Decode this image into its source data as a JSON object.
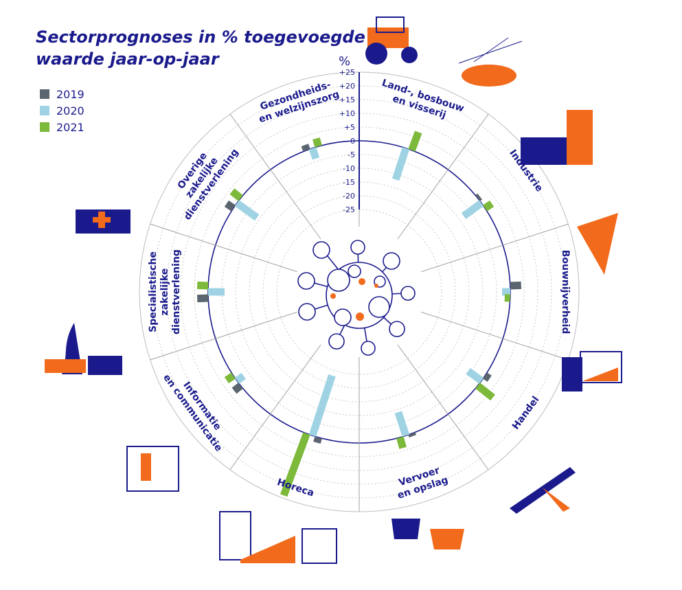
{
  "chart_data": {
    "type": "bar",
    "title": "Sectorprognoses in % toegevoegde waarde jaar-op-jaar",
    "unit": "%",
    "ylim": [
      -25,
      25
    ],
    "ticks": [
      "+25",
      "+20",
      "+15",
      "+10",
      "+5",
      "0",
      "-5",
      "-10",
      "-15",
      "-20",
      "-25"
    ],
    "legend": [
      {
        "label": "2019",
        "color": "#5a6570"
      },
      {
        "label": "2020",
        "color": "#9fd3e3"
      },
      {
        "label": "2021",
        "color": "#7db93a"
      }
    ],
    "categories": [
      "Land-, bosbouw en visserij",
      "Industrie",
      "Bouwnijverheid",
      "Handel",
      "Vervoer en opslag",
      "Horeca",
      "Informatie en communicatie",
      "Specialistische zakelijke dienstverlening",
      "Overige zakelijke dienstverlening",
      "Gezondheids- en welzijnszorg"
    ],
    "label_lines": [
      [
        "Land-, bosbouw",
        "en visserij"
      ],
      [
        "Industrie"
      ],
      [
        "Bouwnijverheid"
      ],
      [
        "Handel"
      ],
      [
        "Vervoer",
        "en opslag"
      ],
      [
        "Horeca"
      ],
      [
        "Informatie",
        "en communicatie"
      ],
      [
        "Specialistische",
        "zakelijke",
        "dienstverlening"
      ],
      [
        "Overige",
        "zakelijke",
        "dienstverlening"
      ],
      [
        "Gezondheids-",
        "en welzijnszorg"
      ]
    ],
    "series": [
      {
        "name": "2019",
        "values": [
          0,
          1,
          4,
          2,
          1,
          2,
          3,
          4,
          3,
          2
        ]
      },
      {
        "name": "2020",
        "values": [
          -12,
          -8,
          -3,
          -6,
          -9,
          -23,
          -3,
          -6,
          -9,
          -4
        ]
      },
      {
        "name": "2021",
        "values": [
          7,
          3,
          -2,
          7,
          4,
          24,
          3,
          4,
          4,
          3
        ]
      }
    ]
  }
}
